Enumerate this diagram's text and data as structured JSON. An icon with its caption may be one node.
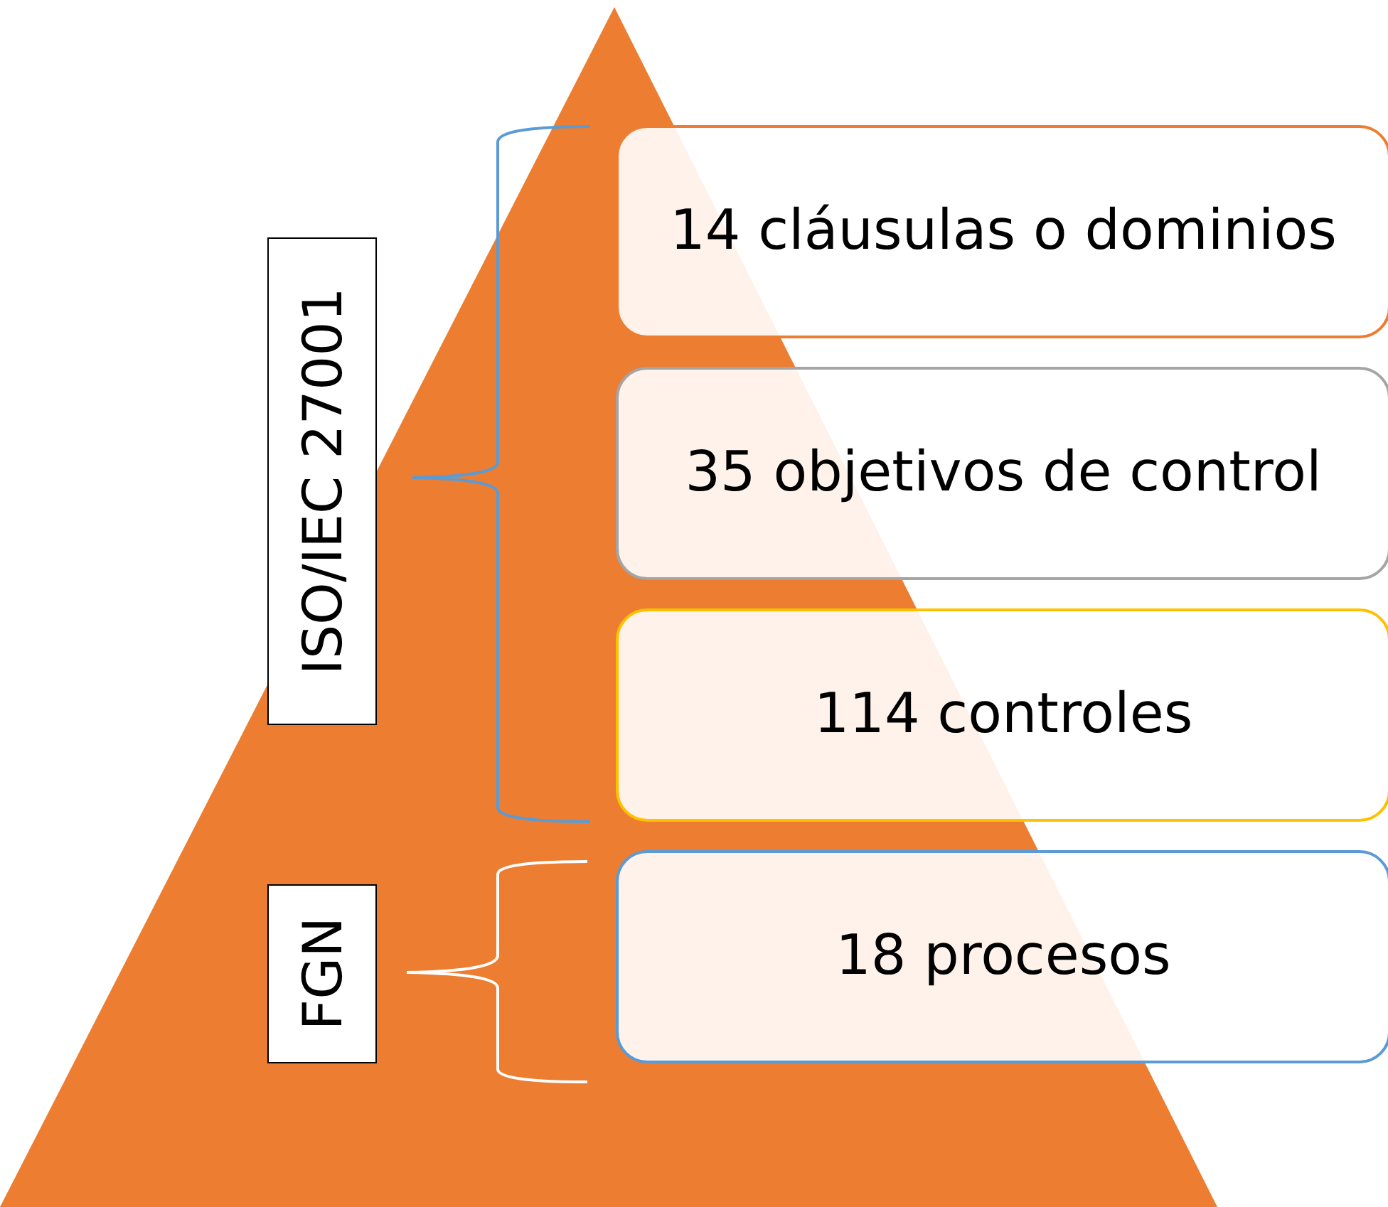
{
  "diagram": {
    "nodes": [
      {
        "text": [
          "ISO/IEC 27001"
        ]
      },
      {
        "text": [
          "14 cláusulas o dominios"
        ]
      },
      {
        "text": [
          "35 objetivos de control"
        ]
      },
      {
        "text": [
          "114 controles"
        ]
      },
      {
        "text": [
          "FGN"
        ]
      },
      {
        "text": [
          "18 procesos"
        ]
      }
    ]
  }
}
